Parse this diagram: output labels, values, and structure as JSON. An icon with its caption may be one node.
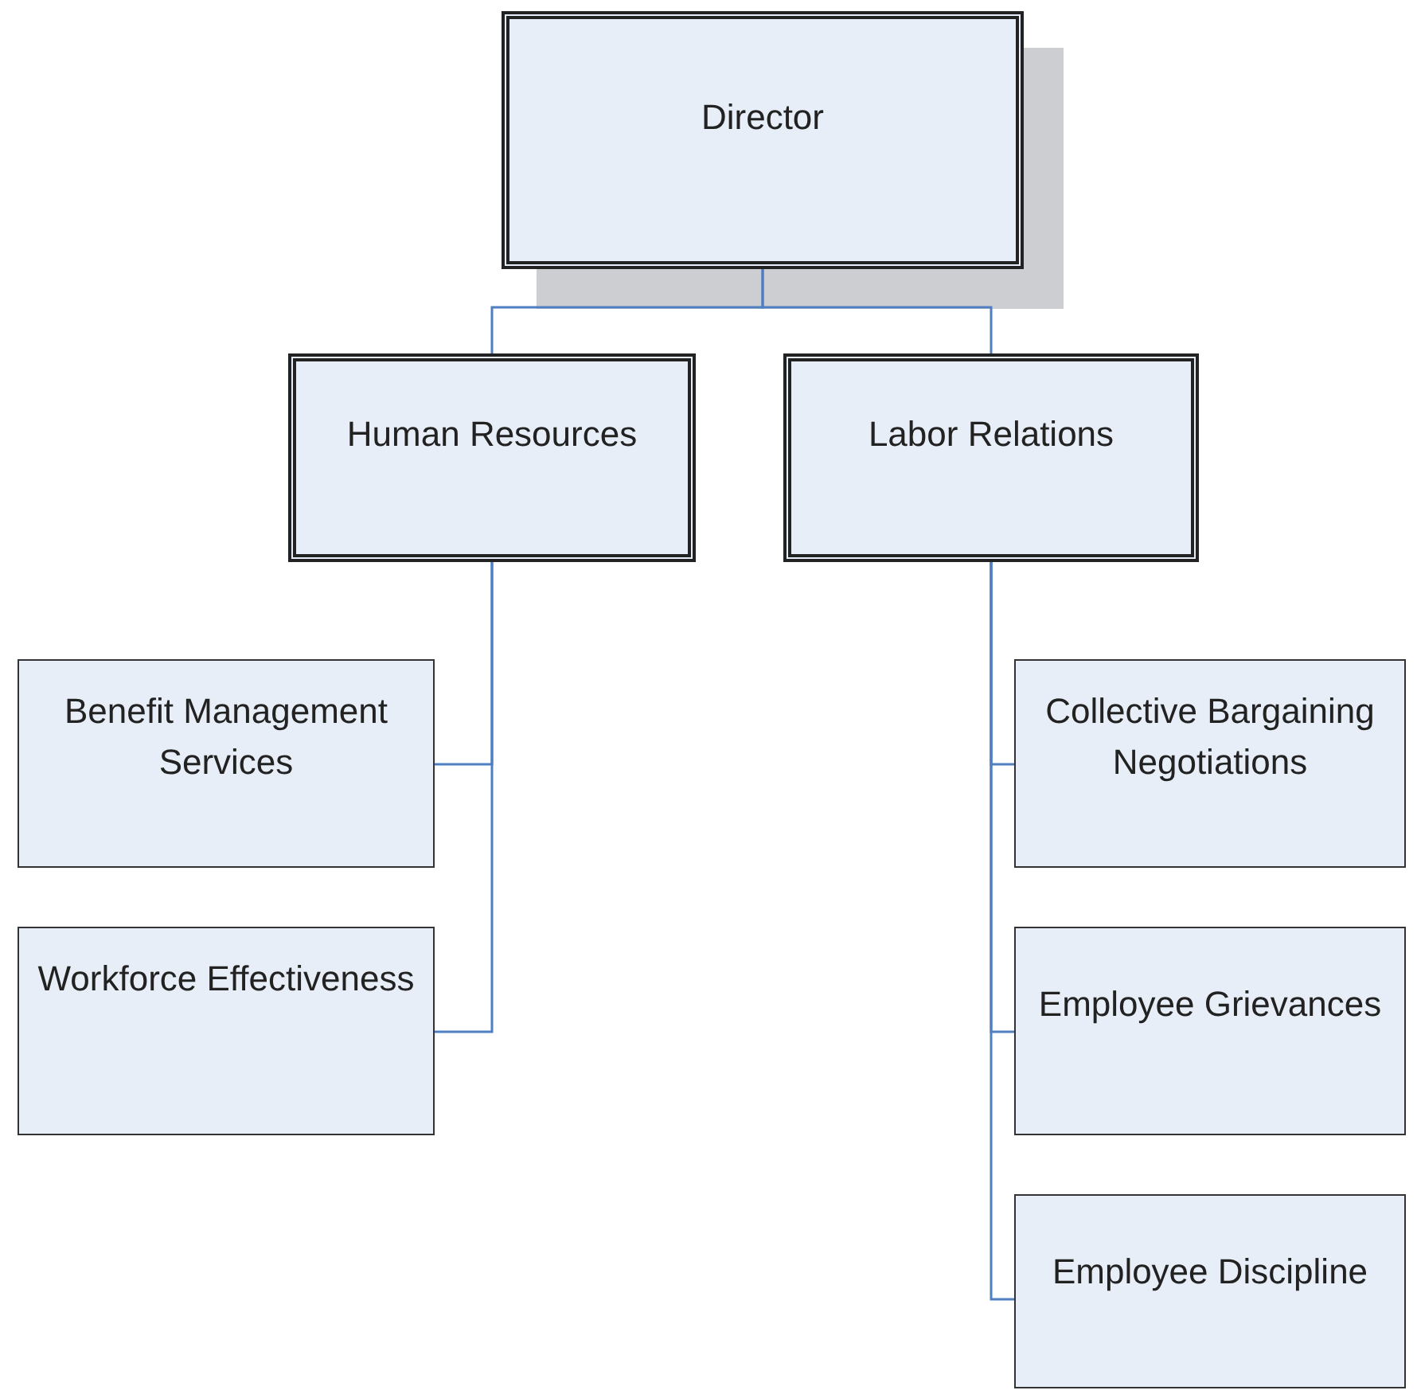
{
  "diagram": {
    "nodes": [
      {
        "text": [
          "Director"
        ]
      },
      {
        "text": [
          "Human Resources"
        ]
      },
      {
        "text": [
          "Labor Relations"
        ]
      },
      {
        "text": [
          "Benefit Management Services"
        ]
      },
      {
        "text": [
          "Workforce Effectiveness"
        ]
      },
      {
        "text": [
          "Collective Bargaining Negotiations"
        ]
      },
      {
        "text": [
          "Employee Grievances"
        ]
      },
      {
        "text": [
          "Employee Discipline"
        ]
      }
    ],
    "edges": [
      {
        "from": 0,
        "to": 1,
        "arrow": "none"
      },
      {
        "from": 0,
        "to": 2,
        "arrow": "none"
      },
      {
        "from": 1,
        "to": 3,
        "arrow": "none"
      },
      {
        "from": 1,
        "to": 4,
        "arrow": "none"
      },
      {
        "from": 2,
        "to": 5,
        "arrow": "none"
      },
      {
        "from": 2,
        "to": 6,
        "arrow": "none"
      },
      {
        "from": 2,
        "to": 7,
        "arrow": "none"
      }
    ]
  }
}
